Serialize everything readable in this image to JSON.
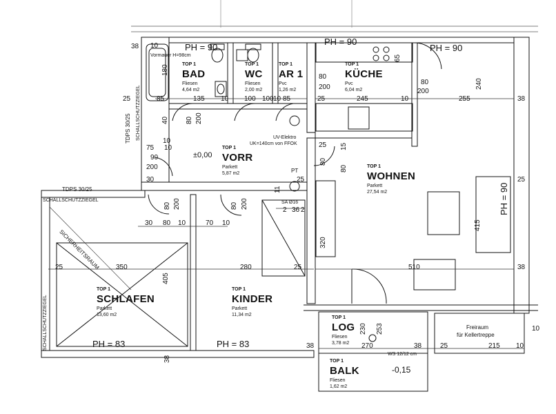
{
  "rooms": [
    {
      "id": "bad",
      "top": "TOP 1",
      "name": "BAD",
      "material": "Fliesen",
      "area": "4,64 m2"
    },
    {
      "id": "wc",
      "top": "TOP 1",
      "name": "WC",
      "material": "Fliesen",
      "area": "2,00 m2"
    },
    {
      "id": "ar",
      "top": "TOP 1",
      "name": "AR 1",
      "material": "Pvc",
      "area": "1,26 m2"
    },
    {
      "id": "kueche",
      "top": "TOP 1",
      "name": "KÜCHE",
      "material": "Pvc",
      "area": "6,04 m2"
    },
    {
      "id": "vorr",
      "top": "TOP 1",
      "name": "VORR",
      "material": "Parkett",
      "area": "5,87 m2"
    },
    {
      "id": "wohnen",
      "top": "TOP 1",
      "name": "WOHNEN",
      "material": "Parkett",
      "area": "27,54 m2"
    },
    {
      "id": "schlafen",
      "top": "TOP 1",
      "name": "SCHLAFEN",
      "material": "Parkett",
      "area": "13,60 m2"
    },
    {
      "id": "kinder",
      "top": "TOP 1",
      "name": "KINDER",
      "material": "Parkett",
      "area": "11,34 m2"
    },
    {
      "id": "log",
      "top": "TOP 1",
      "name": "LOG",
      "material": "Fliesen",
      "area": "3,78 m2"
    },
    {
      "id": "balk",
      "top": "TOP 1",
      "name": "BALK",
      "material": "Fliesen",
      "area": "1,62 m2"
    }
  ],
  "heights": {
    "bad": "PH = 90",
    "kueche": "PH = 90",
    "wohnen_top": "PH = 90",
    "wohnen_side": "PH = 90",
    "schlafen": "PH = 83",
    "kinder": "PH = 83"
  },
  "levels": {
    "vorr": "±0,00",
    "balk": "-0,15"
  },
  "notes": {
    "vormauer": "Vormauer H=98cm",
    "uv1": "UV-Elektro",
    "uv2": "UK=140cm von FFOK",
    "pt": "PT",
    "sa": "SA Ø16",
    "tdps_h": "TDPS 30/25",
    "tdps_v": "TDPS 30/25",
    "schall_h": "SCHALLSCHUTZZIEGEL",
    "schall_v1": "SCHALLSCHUTZZIEGEL",
    "schall_v2": "SCHALLSCHUTZZIEGEL",
    "sicherheit": "SICHERHEITSRAUM",
    "freiraum1": "Freiraum",
    "freiraum2": "für Kellertreppe",
    "ws": "WS 12/12 cm"
  },
  "dims": {
    "d38a": "38",
    "d10a": "10",
    "d180": "180",
    "d25a": "25",
    "d85": "85",
    "d135a": "135",
    "d10b": "10",
    "d100a": "100",
    "d100b": "100",
    "d10c": "10",
    "d85b": "85",
    "d65": "65",
    "d80k": "80",
    "d200k": "200",
    "d25k": "25",
    "d245": "245",
    "d10k": "10",
    "d255": "255",
    "d240": "240",
    "d80kt": "80",
    "d200kt": "200",
    "d80v": "80",
    "d200v": "200",
    "d40": "40",
    "d10v": "10",
    "d75": "75",
    "d10w": "10",
    "d90": "90",
    "d200w": "200",
    "d80w": "80",
    "d15": "15",
    "d80d": "80",
    "d25b": "25",
    "d2": "2",
    "d36": "36",
    "d2b": "2",
    "d11": "11",
    "d80e": "80",
    "d200e": "200",
    "d80f": "80",
    "d200f": "200",
    "d30a": "30",
    "d80g": "80",
    "d10h": "10",
    "d70": "70",
    "d10i": "10",
    "d350": "350",
    "d405": "405",
    "d280": "280",
    "d25c": "25",
    "d25d": "25",
    "d320": "320",
    "d415": "415",
    "d510": "510",
    "d38b": "38",
    "d38c": "38",
    "d38d": "38",
    "d38e": "38",
    "d38f": "38",
    "d10j": "10",
    "d230": "230",
    "d253": "253",
    "d270": "270",
    "d25e": "25",
    "d215": "215",
    "d10l": "10",
    "d25f": "25",
    "d25g": "25",
    "d30b": "30"
  }
}
